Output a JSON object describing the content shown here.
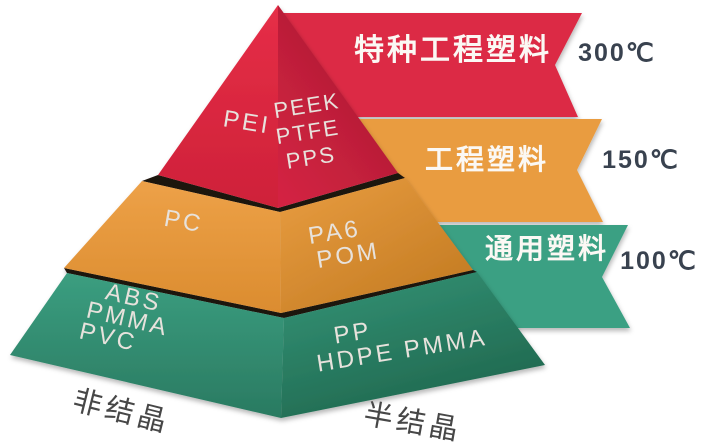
{
  "pyramid": {
    "tiers": [
      {
        "name": "special-engineering-plastics-tier",
        "left_labels": [
          "PEI"
        ],
        "right_labels": [
          "PEEK",
          "PTFE",
          "PPS"
        ]
      },
      {
        "name": "engineering-plastics-tier",
        "left_labels": [
          "PC"
        ],
        "right_labels": [
          "PA6",
          "POM"
        ]
      },
      {
        "name": "general-plastics-tier",
        "left_labels": [
          "ABS",
          "PMMA",
          "PVC"
        ],
        "right_labels": [
          "PP",
          "HDPE PMMA"
        ]
      }
    ],
    "bottom_left_label": "非结晶",
    "bottom_right_label": "半结晶"
  },
  "ribbons": [
    {
      "label": "特种工程塑料",
      "temperature": "300℃",
      "color": "#DC2B45"
    },
    {
      "label": "工程塑料",
      "temperature": "150℃",
      "color": "#E99C41"
    },
    {
      "label": "通用塑料",
      "temperature": "100℃",
      "color": "#3AA083"
    }
  ],
  "colors": {
    "red_face_light": "#E52C45",
    "red_face_dark": "#9F1730",
    "orange_face_light": "#EDA148",
    "orange_face_dark": "#C37B22",
    "green_face_light": "#3B9E80",
    "green_face_dark": "#20684F",
    "collar_shadow": "#1E120C",
    "face_text": "#E7E2DC",
    "temp_text": "#39424F",
    "axis_text": "#474747"
  }
}
